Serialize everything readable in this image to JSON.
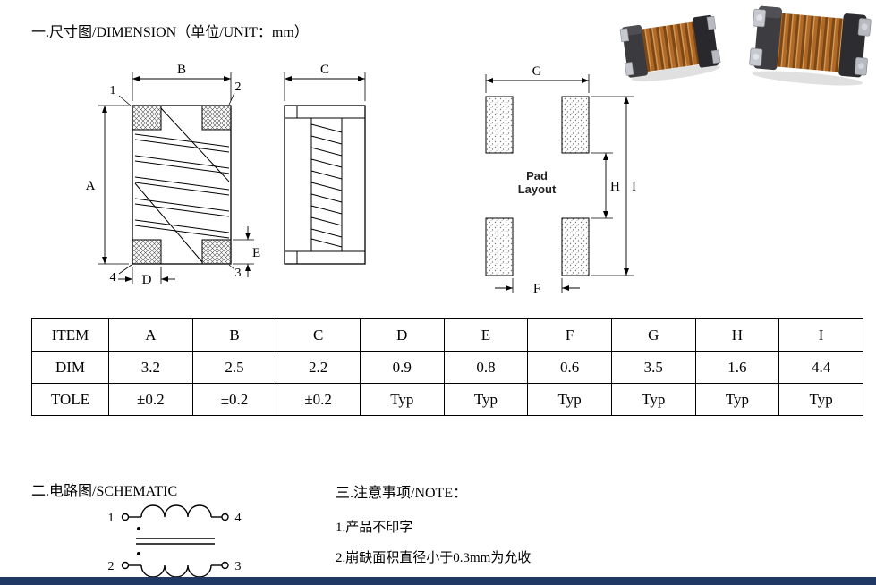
{
  "sections": {
    "dimension_title": "一.尺寸图/DIMENSION（单位/UNIT：mm）",
    "schematic_title": "二.电路图/SCHEMATIC",
    "note_title": "三.注意事项/NOTE：",
    "notes": [
      "1.产品不印字",
      "2.崩缺面积直径小于0.3mm为允收"
    ]
  },
  "drawing": {
    "dims": {
      "A": "A",
      "B": "B",
      "C": "C",
      "D": "D",
      "E": "E",
      "F": "F",
      "G": "G",
      "H": "H",
      "I": "I"
    },
    "corners": {
      "c1": "1",
      "c2": "2",
      "c3": "3",
      "c4": "4"
    },
    "pad_label": {
      "line1": "Pad",
      "line2": "Layout"
    }
  },
  "schematic": {
    "pins": {
      "p1": "1",
      "p2": "2",
      "p3": "3",
      "p4": "4"
    }
  },
  "table": {
    "row_item": [
      "ITEM",
      "A",
      "B",
      "C",
      "D",
      "E",
      "F",
      "G",
      "H",
      "I"
    ],
    "row_dim": [
      "DIM",
      "3.2",
      "2.5",
      "2.2",
      "0.9",
      "0.8",
      "0.6",
      "3.5",
      "1.6",
      "4.4"
    ],
    "row_tole": [
      "TOLE",
      "±0.2",
      "±0.2",
      "±0.2",
      "Typ",
      "Typ",
      "Typ",
      "Typ",
      "Typ",
      "Typ"
    ]
  },
  "colors": {
    "footer_bar": "#1f3864"
  }
}
